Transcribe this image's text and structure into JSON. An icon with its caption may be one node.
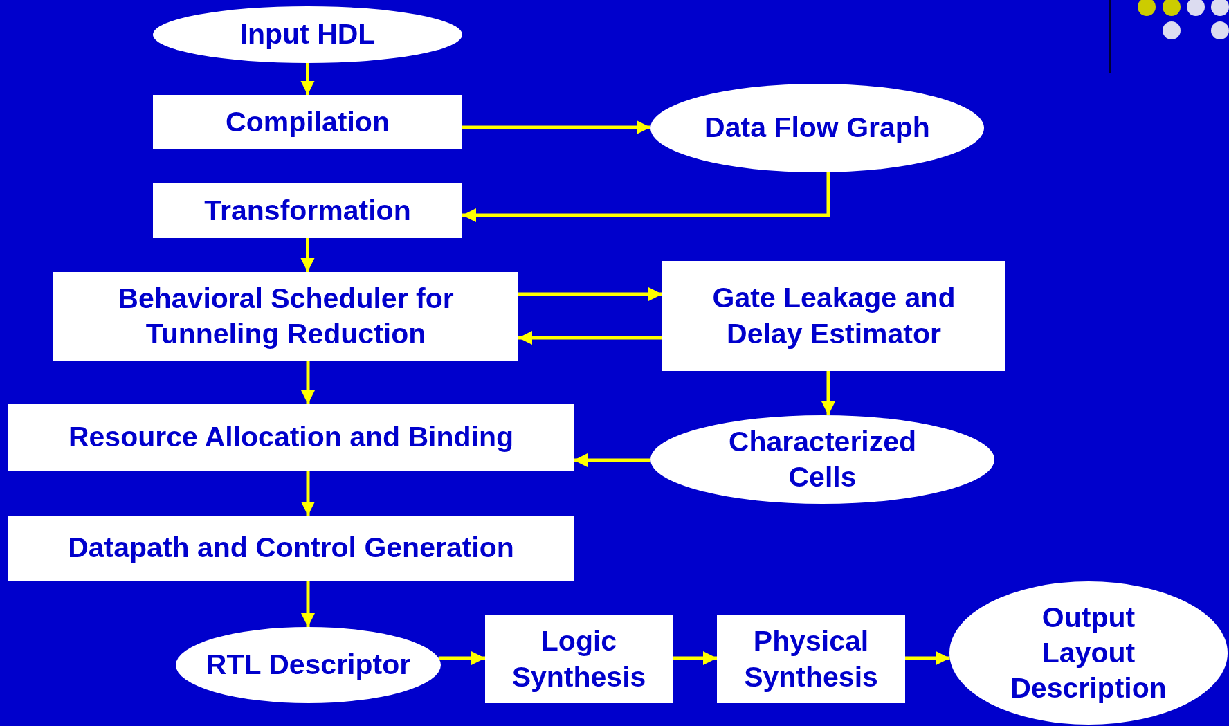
{
  "diagram": {
    "nodes": [
      {
        "text": [
          "Input HDL"
        ]
      },
      {
        "text": [
          "Compilation"
        ]
      },
      {
        "text": [
          "Data Flow Graph"
        ]
      },
      {
        "text": [
          "Transformation"
        ]
      },
      {
        "text": [
          "Behavioral Scheduler for Tunneling Reduction"
        ]
      },
      {
        "text": [
          "Gate Leakage and Delay Estimator"
        ]
      },
      {
        "text": [
          "Resource Allocation and Binding"
        ]
      },
      {
        "text": [
          "Characterized Cells"
        ]
      },
      {
        "text": [
          "Datapath and Control Generation"
        ]
      },
      {
        "text": [
          "RTL Descriptor"
        ]
      },
      {
        "text": [
          "Logic Synthesis"
        ]
      },
      {
        "text": [
          "Physical Synthesis"
        ]
      },
      {
        "text": [
          "Output Layout Description"
        ]
      }
    ],
    "edges": [
      {
        "from": 0,
        "to": 1,
        "arrow": "to"
      },
      {
        "from": 1,
        "to": 2,
        "arrow": "to"
      },
      {
        "from": 2,
        "to": 3,
        "arrow": "to"
      },
      {
        "from": 3,
        "to": 4,
        "arrow": "to"
      },
      {
        "from": 4,
        "to": 5,
        "arrow": "to"
      },
      {
        "from": 5,
        "to": 4,
        "arrow": "to"
      },
      {
        "from": 4,
        "to": 6,
        "arrow": "to"
      },
      {
        "from": 5,
        "to": 7,
        "arrow": "to"
      },
      {
        "from": 7,
        "to": 6,
        "arrow": "to"
      },
      {
        "from": 6,
        "to": 8,
        "arrow": "to"
      },
      {
        "from": 8,
        "to": 9,
        "arrow": "to"
      },
      {
        "from": 9,
        "to": 10,
        "arrow": "to"
      },
      {
        "from": 10,
        "to": 11,
        "arrow": "to"
      },
      {
        "from": 11,
        "to": 12,
        "arrow": "to"
      }
    ]
  }
}
